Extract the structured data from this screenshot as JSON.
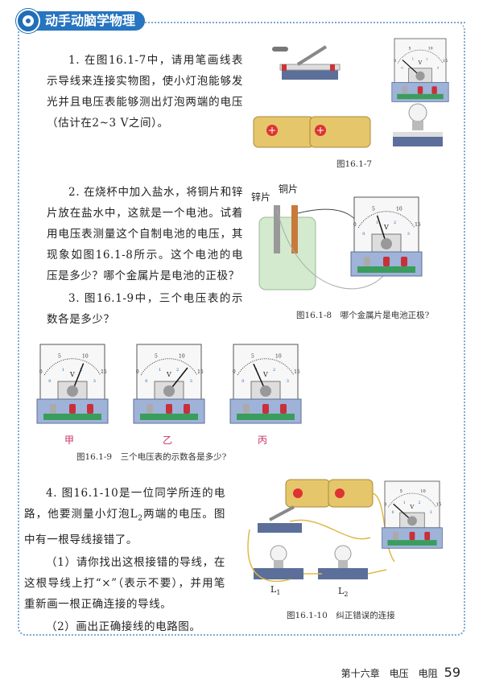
{
  "header": {
    "title": "动手动脑学物理",
    "icon": "target-icon",
    "color": "#2775c0"
  },
  "q1": {
    "text": "1. 在图16.1-7中，请用笔画线表示导线来连接实物图，使小灯泡能够发光并且电压表能够测出灯泡两端的电压（估计在2~3 V之间）。",
    "caption": "图16.1-7"
  },
  "q2": {
    "text": "2. 在烧杯中加入盐水，将铜片和锌片放在盐水中，这就是一个电池。试着用电压表测量这个自制电池的电压，其现象如图16.1-8所示。这个电池的电压是多少？哪个金属片是电池的正极？",
    "caption": "图16.1-8　哪个金属片是电池正极?",
    "zinc_label": "锌片",
    "copper_label": "铜片"
  },
  "q3": {
    "text": "3. 图16.1-9中，三个电压表的示数各是多少？",
    "caption": "图16.1-9　三个电压表的示数各是多少?",
    "meters": [
      {
        "label": "甲",
        "needle_fraction": 0.68
      },
      {
        "label": "乙",
        "needle_fraction": 0.82
      },
      {
        "label": "丙",
        "needle_fraction": 0.3
      }
    ]
  },
  "meter_scale": {
    "unit": "V",
    "outer": [
      "0",
      "5",
      "10",
      "15"
    ],
    "inner": [
      "0",
      "1",
      "2",
      "3"
    ]
  },
  "q4": {
    "text1": "4. 图16.1-10是一位同学所连的电路，他要测量小灯泡L",
    "sub": "2",
    "text2": "两端的电压。图中有一根导线接错了。",
    "p1": "（1）请你找出这根接错的导线，在这根导线上打“×”（表示不要），并用笔重新画一根正确连接的导线。",
    "p2": "（2）画出正确接线的电路图。",
    "caption": "图16.1-10　纠正错误的连接",
    "l1": "L",
    "l1sub": "1",
    "l2": "L",
    "l2sub": "2"
  },
  "footer": {
    "chapter": "第十六章　电压　电阻",
    "page": "59"
  },
  "colors": {
    "label_red": "#c8306a",
    "wire": "#e0b84a",
    "base": "#5b6f9a"
  }
}
